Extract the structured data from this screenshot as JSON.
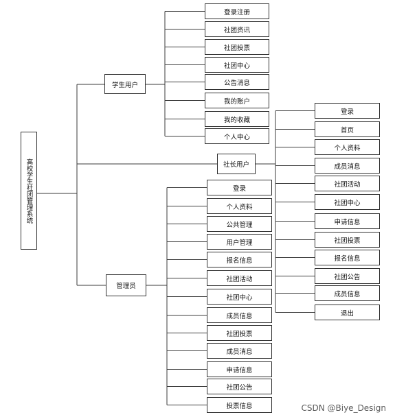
{
  "root": "高校学生社团管理系统",
  "student": {
    "label": "学生用户",
    "items": [
      "登录注册",
      "社团资讯",
      "社团投票",
      "社团中心",
      "公告消息",
      "我的账户",
      "我的收藏",
      "个人中心"
    ]
  },
  "leader": {
    "label": "社长用户",
    "items": [
      "登录",
      "首页",
      "个人资料",
      "成员消息",
      "社团活动",
      "社团中心",
      "申请信息",
      "社团投票",
      "报名信息",
      "社团公告",
      "成员信息",
      "退出"
    ]
  },
  "admin": {
    "label": "管理员",
    "items": [
      "登录",
      "个人资料",
      "公共管理",
      "用户管理",
      "报名信息",
      "社团活动",
      "社团中心",
      "成员信息",
      "社团投票",
      "成员消息",
      "申请信息",
      "社团公告",
      "投票信息"
    ]
  },
  "watermark": "CSDN @Biye_Design"
}
